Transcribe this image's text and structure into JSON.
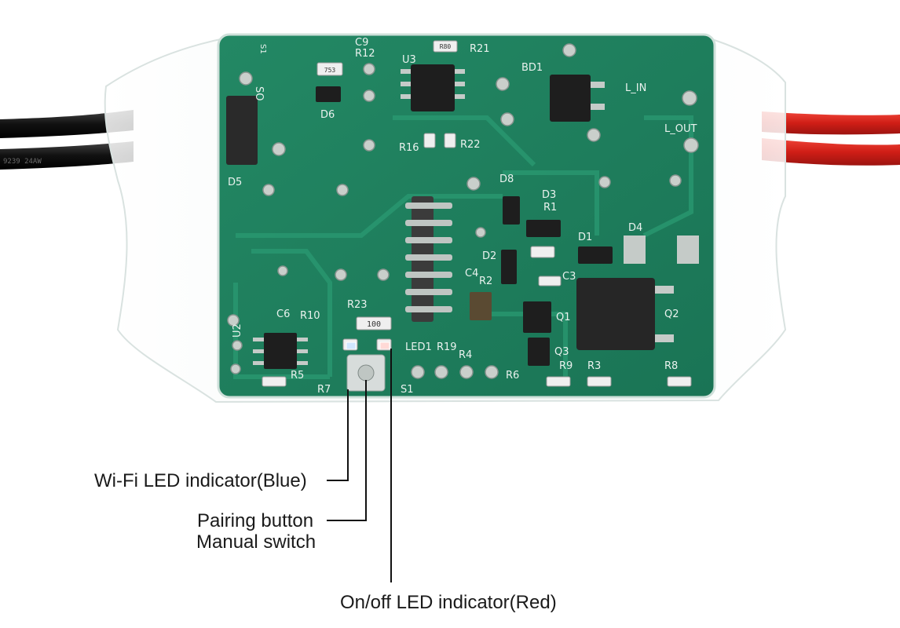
{
  "callouts": {
    "wifi_led": "Wi-Fi LED indicator(Blue)",
    "pairing_line1": "Pairing button",
    "pairing_line2": "Manual switch",
    "onoff_led": "On/off LED indicator(Red)"
  },
  "silkscreen": {
    "c9": "C9",
    "r12": "R12",
    "r21": "R21",
    "u3": "U3",
    "bd1": "BD1",
    "l_in": "L_IN",
    "l_out": "L_OUT",
    "so": "SO",
    "d6": "D6",
    "d5": "D5",
    "r16": "R16",
    "r22": "R22",
    "d8": "D8",
    "d3": "D3",
    "r1": "R1",
    "d1": "D1",
    "d4": "D4",
    "d2": "D2",
    "c3": "C3",
    "c4": "C4",
    "r2": "R2",
    "q1": "Q1",
    "q2": "Q2",
    "q3": "Q3",
    "r23": "R23",
    "c6": "C6",
    "r10": "R10",
    "u2": "U2",
    "led1": "LED1",
    "r19": "R19",
    "r4": "R4",
    "r6": "R6",
    "r9": "R9",
    "r3": "R3",
    "r8": "R8",
    "r7": "R7",
    "r5": "R5",
    "s1": "S1",
    "s1_top": "S1",
    "r23_value": "100",
    "r21_value": "R80",
    "r12_value": "753",
    "wire_print": "9239  24AW"
  },
  "colors": {
    "pcb": "#1f7f5f",
    "pcb_dark": "#15634a",
    "wire_black": "#151515",
    "wire_red": "#d8261f"
  }
}
